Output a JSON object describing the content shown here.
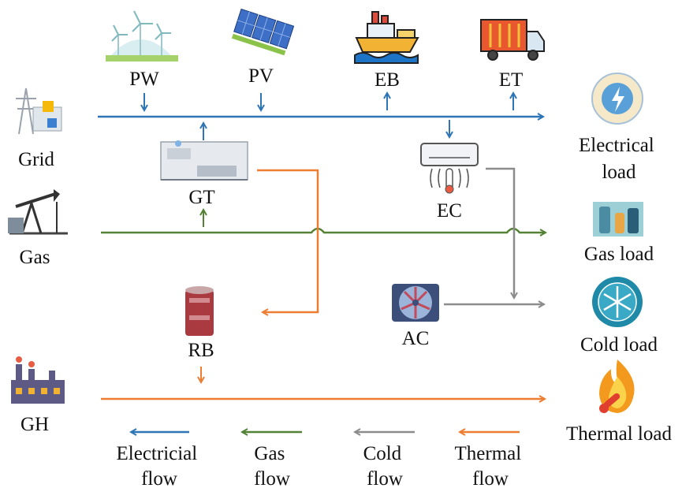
{
  "sources": {
    "pw": "PW",
    "pv": "PV",
    "grid": "Grid",
    "gas": "Gas",
    "gh": "GH"
  },
  "devices": {
    "eb": "EB",
    "et": "ET",
    "gt": "GT",
    "ec": "EC",
    "rb": "RB",
    "ac": "AC"
  },
  "loads": {
    "electrical_line1": "Electrical",
    "electrical_line2": "load",
    "gas": "Gas load",
    "cold": "Cold load",
    "thermal": "Thermal load"
  },
  "legend": [
    {
      "line1": "Electricial",
      "line2": "flow",
      "color": "#2e75b6"
    },
    {
      "line1": "Gas",
      "line2": "flow",
      "color": "#548235"
    },
    {
      "line1": "Cold",
      "line2": "flow",
      "color": "#8c8c8c"
    },
    {
      "line1": "Thermal",
      "line2": "flow",
      "color": "#ed7d31"
    }
  ],
  "colors": {
    "electrical": "#2e75b6",
    "gas": "#548235",
    "cold": "#8c8c8c",
    "thermal": "#ed7d31"
  },
  "icons": [
    "wind-turbine-icon",
    "solar-panel-icon",
    "ship-icon",
    "truck-icon",
    "power-tower-icon",
    "oil-pump-icon",
    "factory-icon",
    "gas-turbine-icon",
    "air-conditioner-icon",
    "boiler-icon",
    "fan-icon",
    "lightning-icon",
    "gas-tank-icon",
    "snowflake-icon",
    "flame-icon"
  ]
}
